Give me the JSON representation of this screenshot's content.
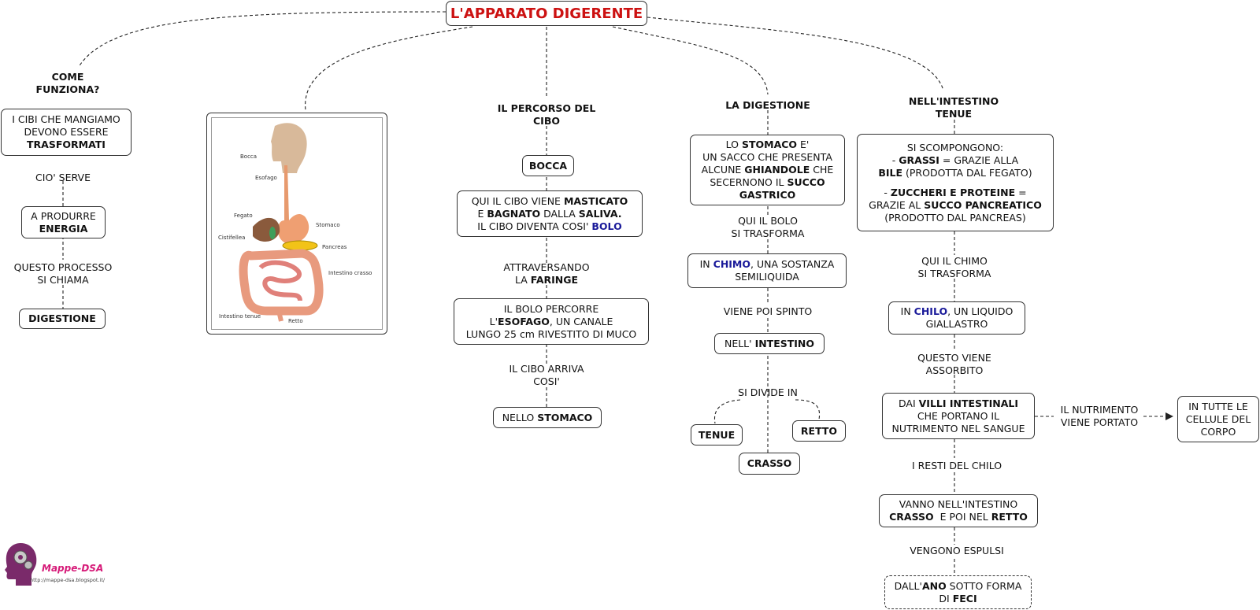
{
  "title": "L'APPARATO DIGERENTE",
  "branch1": {
    "heading": [
      "COME",
      "FUNZIONA?"
    ],
    "node1": [
      "I CIBI CHE MANGIAMO",
      "DEVONO ESSERE",
      "TRASFORMATI"
    ],
    "link1": "CIO' SERVE",
    "node2": [
      "A PRODURRE",
      "ENERGIA"
    ],
    "link2": [
      "QUESTO PROCESSO",
      "SI CHIAMA"
    ],
    "node3": "DIGESTIONE"
  },
  "anatomy": {
    "labels": [
      "Bocca",
      "Esofago",
      "Fegato",
      "Stomaco",
      "Cistifellea",
      "Pancreas",
      "Intestino crasso",
      "Intestino tenue",
      "Retto"
    ]
  },
  "branch3": {
    "heading": [
      "IL PERCORSO DEL",
      "CIBO"
    ],
    "node1": "BOCCA",
    "node2": {
      "l1a": "QUI IL CIBO VIENE ",
      "l1b": "MASTICATO",
      "l2a": "E ",
      "l2b": "BAGNATO",
      "l2c": " DALLA ",
      "l2d": "SALIVA.",
      "l3a": "IL CIBO DIVENTA COSI' ",
      "l3b": "BOLO"
    },
    "link1": {
      "l1": "ATTRAVERSANDO",
      "l2a": "LA ",
      "l2b": "FARINGE"
    },
    "node3": {
      "l1": "IL BOLO PERCORRE",
      "l2a": "L'",
      "l2b": "ESOFAGO",
      "l2c": ", UN CANALE",
      "l3": "LUNGO 25 cm RIVESTITO DI MUCO"
    },
    "link2": [
      "IL CIBO ARRIVA",
      "COSI'"
    ],
    "node4": {
      "a": "NELLO ",
      "b": "STOMACO"
    }
  },
  "branch4": {
    "heading": "LA DIGESTIONE",
    "node1": {
      "l1a": "LO ",
      "l1b": "STOMACO",
      "l1c": " E'",
      "l2": "UN SACCO CHE PRESENTA",
      "l3a": "ALCUNE ",
      "l3b": "GHIANDOLE",
      "l3c": " CHE",
      "l4a": "SECERNONO IL ",
      "l4b": "SUCCO",
      "l5": "GASTRICO"
    },
    "link1": [
      "QUI IL BOLO",
      "SI TRASFORMA"
    ],
    "node2": {
      "l1a": "IN ",
      "l1b": "CHIMO",
      "l1c": ", UNA SOSTANZA",
      "l2": "SEMILIQUIDA"
    },
    "link2": "VIENE POI SPINTO",
    "node3": {
      "a": "NELL' ",
      "b": "INTESTINO"
    },
    "link3": "SI DIVIDE IN",
    "tenue": "TENUE",
    "retto": "RETTO",
    "crasso": "CRASSO"
  },
  "branch5": {
    "heading": [
      "NELL'INTESTINO",
      "TENUE"
    ],
    "node1": {
      "l1": "SI SCOMPONGONO:",
      "l2a": "- ",
      "l2b": "GRASSI",
      "l2c": " = GRAZIE ALLA",
      "l3a": "BILE",
      "l3b": " (PRODOTTA DAL FEGATO)",
      "l4a": "- ",
      "l4b": "ZUCCHERI E PROTEINE",
      "l4c": " =",
      "l5a": "GRAZIE AL ",
      "l5b": "SUCCO PANCREATICO",
      "l6": "(PRODOTTO DAL PANCREAS)"
    },
    "link1": [
      "QUI IL CHIMO",
      "SI TRASFORMA"
    ],
    "node2": {
      "l1a": "IN ",
      "l1b": "CHILO",
      "l1c": ", UN LIQUIDO",
      "l2": "GIALLASTRO"
    },
    "link2": [
      "QUESTO VIENE",
      "ASSORBITO"
    ],
    "node3": {
      "l1a": "DAI ",
      "l1b": "VILLI INTESTINALI",
      "l2": "CHE PORTANO IL",
      "l3": "NUTRIMENTO NEL SANGUE"
    },
    "link_side": [
      "IL NUTRIMENTO",
      "VIENE PORTATO"
    ],
    "node_side": [
      "IN TUTTE LE",
      "CELLULE DEL",
      "CORPO"
    ],
    "link3": "I RESTI DEL CHILO",
    "node4": {
      "l1": "VANNO NELL'INTESTINO",
      "l2a": "CRASSO",
      "l2b": "  E POI NEL ",
      "l2c": "RETTO"
    },
    "link4": "VENGONO ESPULSI",
    "node5": {
      "l1a": "DALL'",
      "l1b": "ANO",
      "l1c": " SOTTO FORMA",
      "l2a": "DI ",
      "l2b": "FECI"
    }
  },
  "logo": {
    "name": "Mappe-DSA",
    "url": "http://mappe-dsa.blogspot.it/"
  },
  "colors": {
    "title": "#cc1111",
    "keyword_blue": "#1a1a9a",
    "logo": "#d61a78"
  }
}
